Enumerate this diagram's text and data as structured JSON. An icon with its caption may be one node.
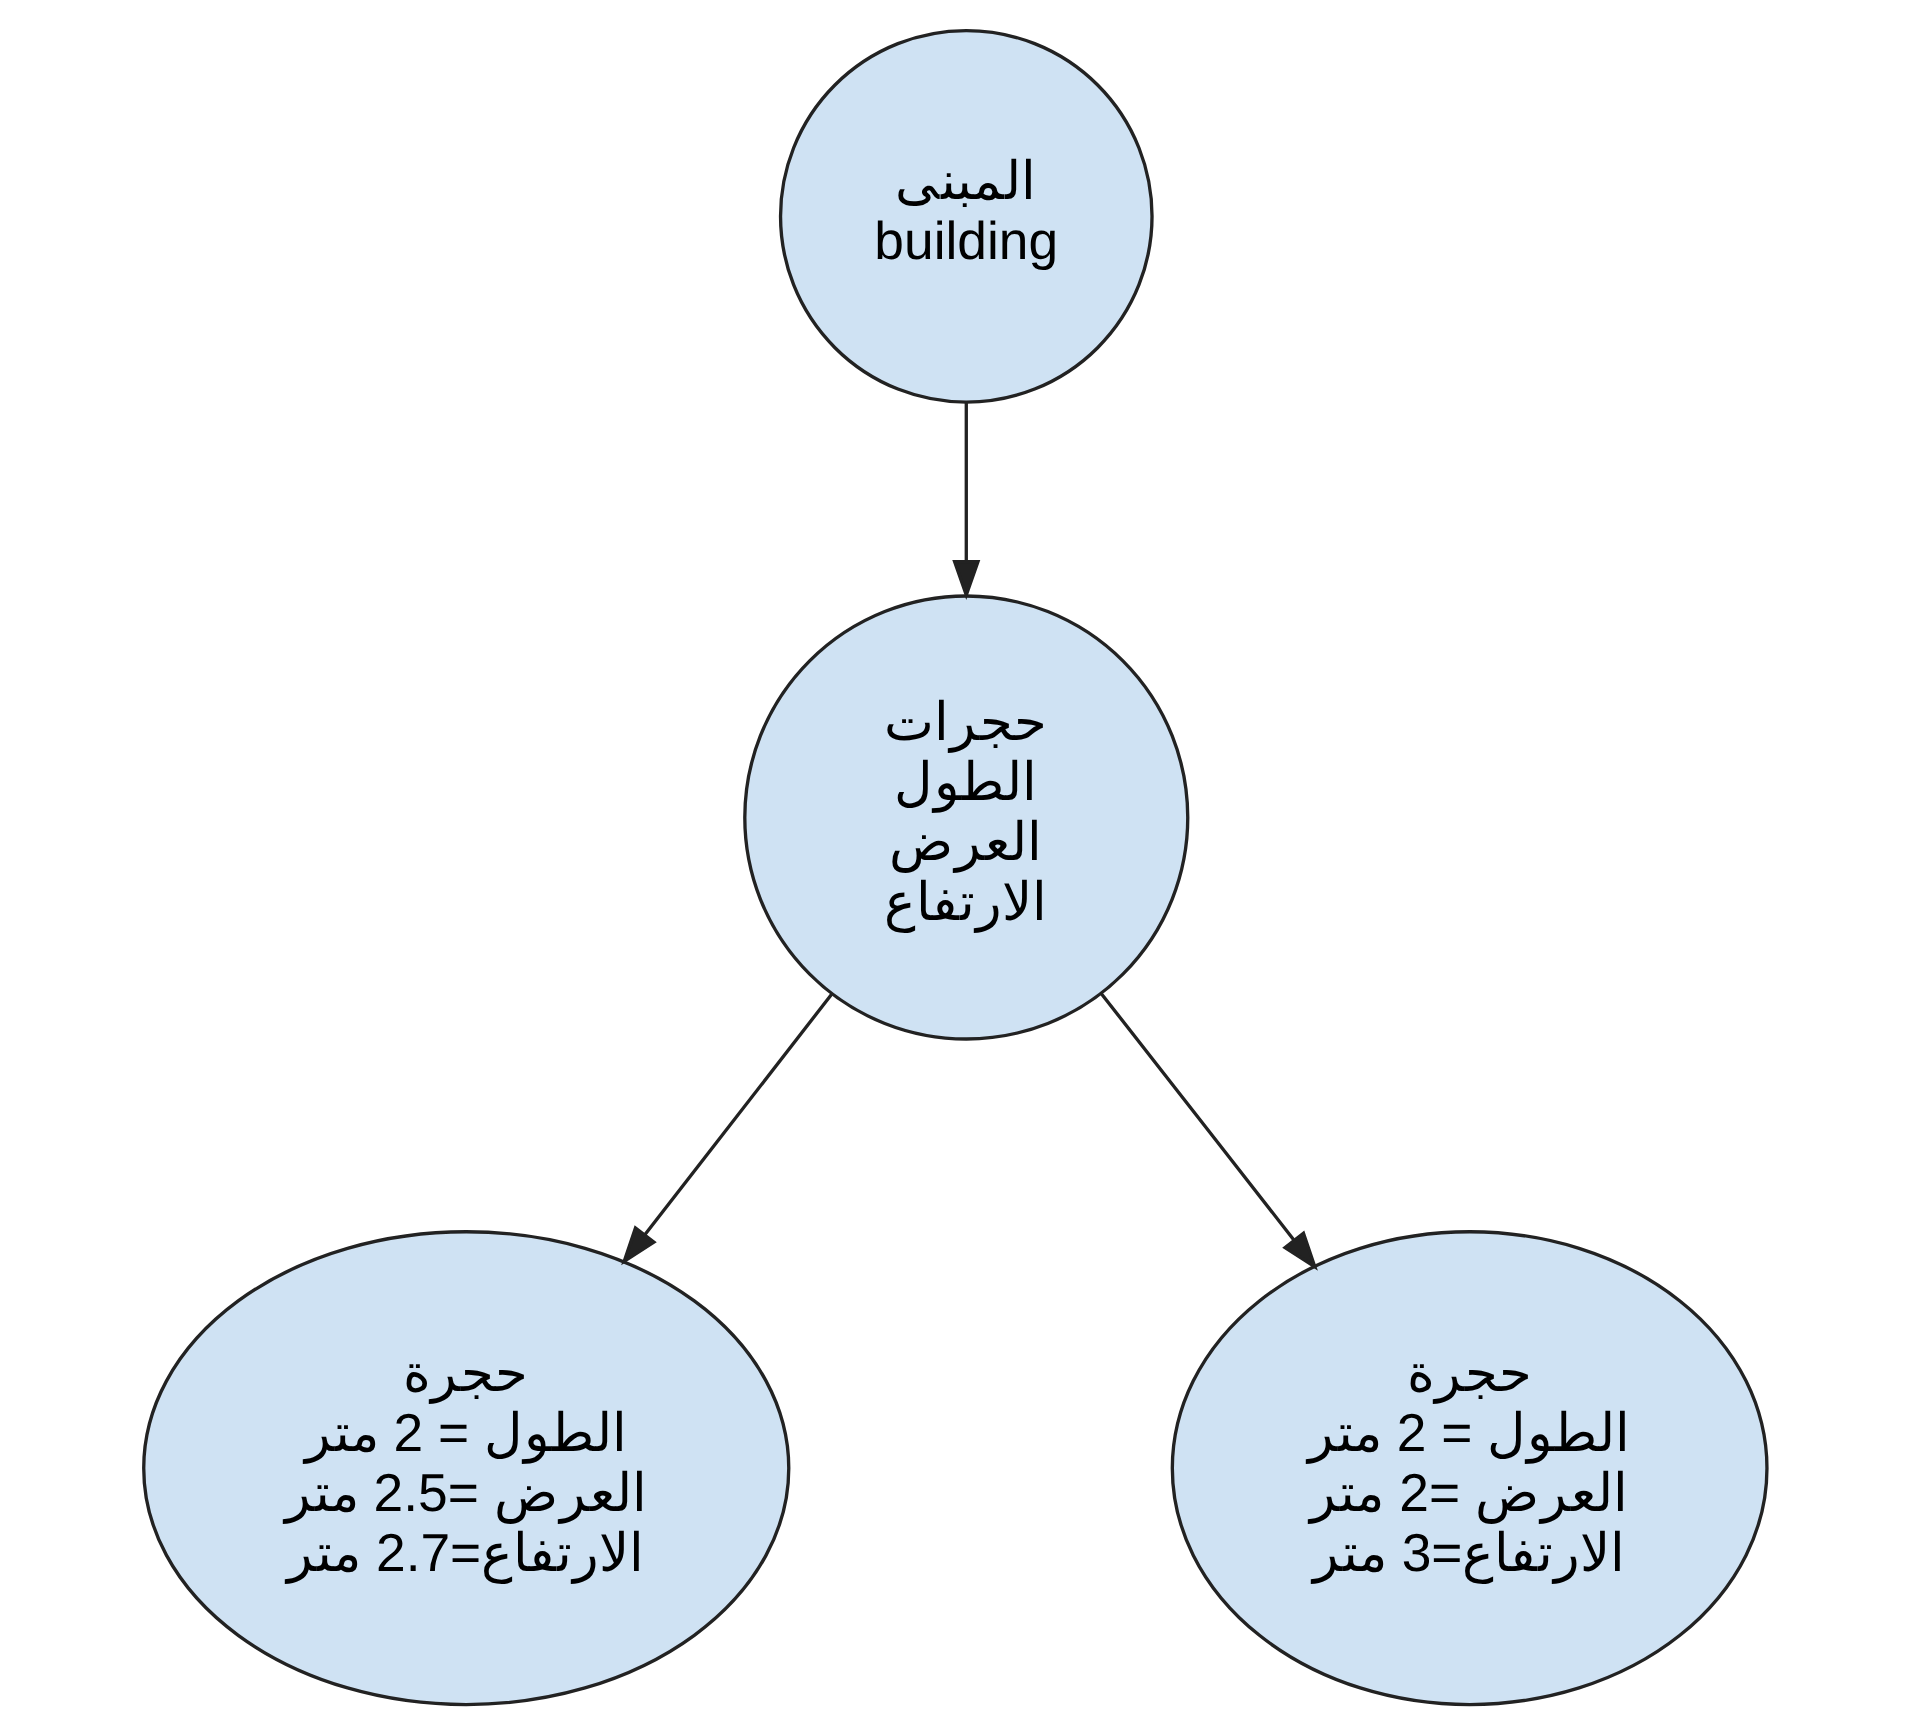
{
  "diagram": {
    "nodes": [
      {
        "text": [
          "المبنى",
          "building"
        ]
      },
      {
        "text": [
          "حجرات",
          "الطول",
          "العرض",
          "الارتفاع"
        ]
      },
      {
        "text": [
          "حجرة",
          "الطول = 2 متر",
          "العرض =2.5 متر",
          "الارتفاع=2.7 متر"
        ]
      },
      {
        "text": [
          "حجرة",
          "الطول = 2 متر",
          "العرض =2 متر",
          "الارتفاع=3 متر"
        ]
      }
    ],
    "edges": [
      {
        "from": 0,
        "to": 1,
        "arrow": "to"
      },
      {
        "from": 1,
        "to": 2,
        "arrow": "to"
      },
      {
        "from": 1,
        "to": 3,
        "arrow": "to"
      }
    ]
  }
}
